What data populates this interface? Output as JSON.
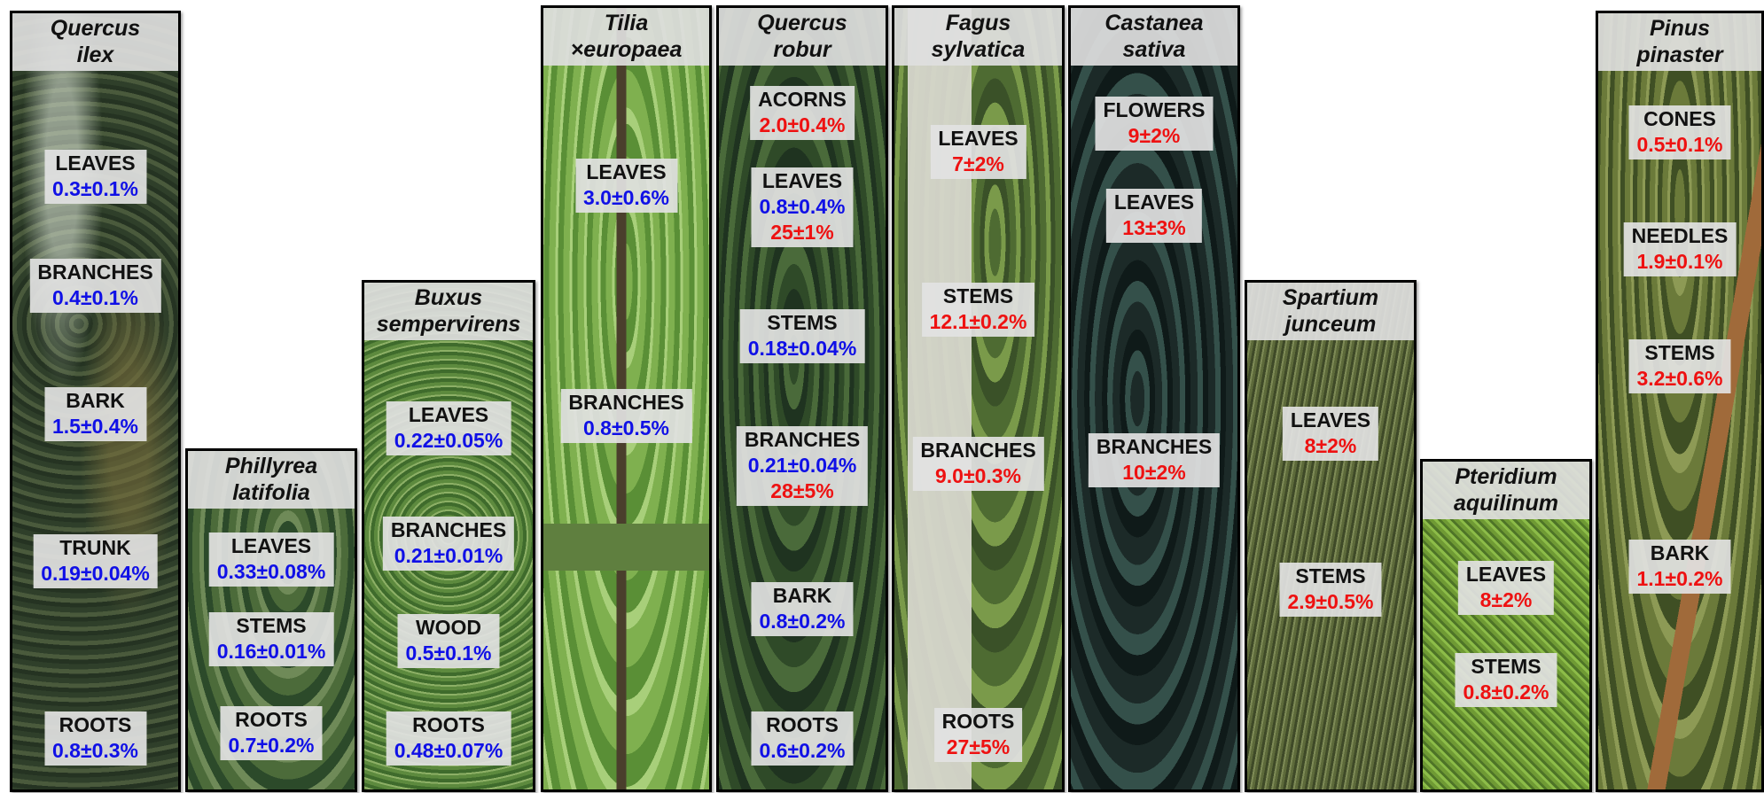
{
  "colors": {
    "blue_value": "#1010e6",
    "red_value": "#ee1111"
  },
  "panels": [
    {
      "id": "quercus-ilex",
      "species": [
        "Quercus",
        "ilex"
      ],
      "labels": [
        {
          "organ": "LEAVES",
          "values": [
            {
              "text": "0.3±0.1%",
              "color": "blue"
            }
          ]
        },
        {
          "organ": "BRANCHES",
          "values": [
            {
              "text": "0.4±0.1%",
              "color": "blue"
            }
          ]
        },
        {
          "organ": "BARK",
          "values": [
            {
              "text": "1.5±0.4%",
              "color": "blue"
            }
          ]
        },
        {
          "organ": "TRUNK",
          "values": [
            {
              "text": "0.19±0.04%",
              "color": "blue"
            }
          ]
        },
        {
          "organ": "ROOTS",
          "values": [
            {
              "text": "0.8±0.3%",
              "color": "blue"
            }
          ]
        }
      ]
    },
    {
      "id": "phillyrea-latifolia",
      "species": [
        "Phillyrea",
        "latifolia"
      ],
      "labels": [
        {
          "organ": "LEAVES",
          "values": [
            {
              "text": "0.33±0.08%",
              "color": "blue"
            }
          ]
        },
        {
          "organ": "STEMS",
          "values": [
            {
              "text": "0.16±0.01%",
              "color": "blue"
            }
          ]
        },
        {
          "organ": "ROOTS",
          "values": [
            {
              "text": "0.7±0.2%",
              "color": "blue"
            }
          ]
        }
      ]
    },
    {
      "id": "buxus-sempervirens",
      "species": [
        "Buxus",
        "sempervirens"
      ],
      "labels": [
        {
          "organ": "LEAVES",
          "values": [
            {
              "text": "0.22±0.05%",
              "color": "blue"
            }
          ]
        },
        {
          "organ": "BRANCHES",
          "values": [
            {
              "text": "0.21±0.01%",
              "color": "blue"
            }
          ]
        },
        {
          "organ": "WOOD",
          "values": [
            {
              "text": "0.5±0.1%",
              "color": "blue"
            }
          ]
        },
        {
          "organ": "ROOTS",
          "values": [
            {
              "text": "0.48±0.07%",
              "color": "blue"
            }
          ]
        }
      ]
    },
    {
      "id": "tilia-europaea",
      "species": [
        "Tilia",
        "×europaea"
      ],
      "labels": [
        {
          "organ": "LEAVES",
          "values": [
            {
              "text": "3.0±0.6%",
              "color": "blue"
            }
          ]
        },
        {
          "organ": "BRANCHES",
          "values": [
            {
              "text": "0.8±0.5%",
              "color": "blue"
            }
          ]
        }
      ]
    },
    {
      "id": "quercus-robur",
      "species": [
        "Quercus",
        "robur"
      ],
      "labels": [
        {
          "organ": "ACORNS",
          "values": [
            {
              "text": "2.0±0.4%",
              "color": "red"
            }
          ]
        },
        {
          "organ": "LEAVES",
          "values": [
            {
              "text": "0.8±0.4%",
              "color": "blue"
            },
            {
              "text": "25±1%",
              "color": "red"
            }
          ]
        },
        {
          "organ": "STEMS",
          "values": [
            {
              "text": "0.18±0.04%",
              "color": "blue"
            }
          ]
        },
        {
          "organ": "BRANCHES",
          "values": [
            {
              "text": "0.21±0.04%",
              "color": "blue"
            },
            {
              "text": "28±5%",
              "color": "red"
            }
          ]
        },
        {
          "organ": "BARK",
          "values": [
            {
              "text": "0.8±0.2%",
              "color": "blue"
            }
          ]
        },
        {
          "organ": "ROOTS",
          "values": [
            {
              "text": "0.6±0.2%",
              "color": "blue"
            }
          ]
        }
      ]
    },
    {
      "id": "fagus-sylvatica",
      "species": [
        "Fagus",
        "sylvatica"
      ],
      "labels": [
        {
          "organ": "LEAVES",
          "values": [
            {
              "text": "7±2%",
              "color": "red"
            }
          ]
        },
        {
          "organ": "STEMS",
          "values": [
            {
              "text": "12.1±0.2%",
              "color": "red"
            }
          ]
        },
        {
          "organ": "BRANCHES",
          "values": [
            {
              "text": "9.0±0.3%",
              "color": "red"
            }
          ]
        },
        {
          "organ": "ROOTS",
          "values": [
            {
              "text": "27±5%",
              "color": "red"
            }
          ]
        }
      ]
    },
    {
      "id": "castanea-sativa",
      "species": [
        "Castanea",
        "sativa"
      ],
      "labels": [
        {
          "organ": "FLOWERS",
          "values": [
            {
              "text": "9±2%",
              "color": "red"
            }
          ]
        },
        {
          "organ": "LEAVES",
          "values": [
            {
              "text": "13±3%",
              "color": "red"
            }
          ]
        },
        {
          "organ": "BRANCHES",
          "values": [
            {
              "text": "10±2%",
              "color": "red"
            }
          ]
        }
      ]
    },
    {
      "id": "spartium-junceum",
      "species": [
        "Spartium",
        "junceum"
      ],
      "labels": [
        {
          "organ": "LEAVES",
          "values": [
            {
              "text": "8±2%",
              "color": "red"
            }
          ]
        },
        {
          "organ": "STEMS",
          "values": [
            {
              "text": "2.9±0.5%",
              "color": "red"
            }
          ]
        }
      ]
    },
    {
      "id": "pteridium-aquilinum",
      "species": [
        "Pteridium",
        "aquilinum"
      ],
      "labels": [
        {
          "organ": "LEAVES",
          "values": [
            {
              "text": "8±2%",
              "color": "red"
            }
          ]
        },
        {
          "organ": "STEMS",
          "values": [
            {
              "text": "0.8±0.2%",
              "color": "red"
            }
          ]
        }
      ]
    },
    {
      "id": "pinus-pinaster",
      "species": [
        "Pinus",
        "pinaster"
      ],
      "labels": [
        {
          "organ": "CONES",
          "values": [
            {
              "text": "0.5±0.1%",
              "color": "red"
            }
          ]
        },
        {
          "organ": "NEEDLES",
          "values": [
            {
              "text": "1.9±0.1%",
              "color": "red"
            }
          ]
        },
        {
          "organ": "STEMS",
          "values": [
            {
              "text": "3.2±0.6%",
              "color": "red"
            }
          ]
        },
        {
          "organ": "BARK",
          "values": [
            {
              "text": "1.1±0.2%",
              "color": "red"
            }
          ]
        }
      ]
    }
  ]
}
